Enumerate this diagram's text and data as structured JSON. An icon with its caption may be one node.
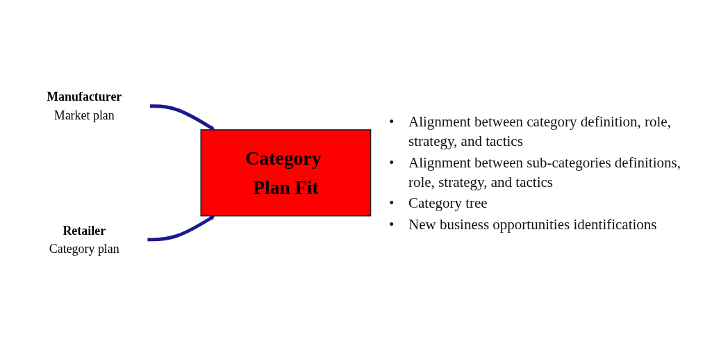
{
  "diagram": {
    "nodes": [
      {
        "text": [
          "Manufacturer",
          "Market plan"
        ]
      },
      {
        "text": [
          "Category Plan Fit"
        ]
      },
      {
        "text": [
          "Retailer",
          "Category plan"
        ]
      }
    ],
    "edges": [
      {
        "from": 0,
        "to": 1,
        "arrow": "to"
      },
      {
        "from": 2,
        "to": 1,
        "arrow": "to"
      }
    ],
    "labels": [
      "•",
      "Alignment between category definition, role, strategy, and tactics",
      "•",
      "Alignment between sub-categories definitions, role, strategy, and tactics",
      "•",
      "Category tree",
      "•",
      "New business opportunities identifications"
    ]
  }
}
